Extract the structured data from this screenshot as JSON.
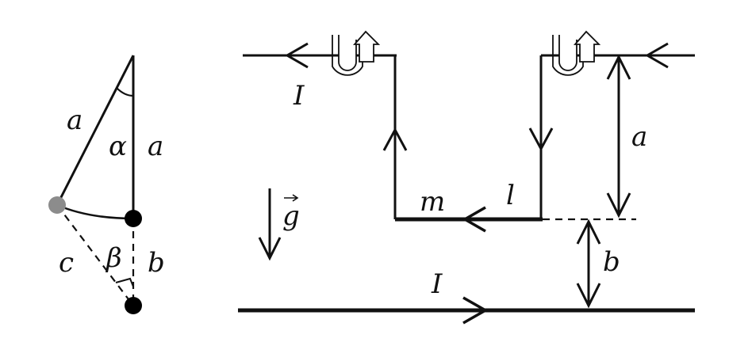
{
  "labels": {
    "left_side_a": "a",
    "left_alpha": "α",
    "left_vertical_a": "a",
    "left_c": "c",
    "left_beta": "β",
    "left_b": "b",
    "top_current": "I",
    "gravity_g": "g",
    "mass_m": "m",
    "length_l": "l",
    "gap_a": "a",
    "gap_b": "b",
    "bottom_current": "I"
  },
  "colors": {
    "ink": "#111111",
    "hinge_ball": "#8c8c8c",
    "dot": "#000000"
  }
}
